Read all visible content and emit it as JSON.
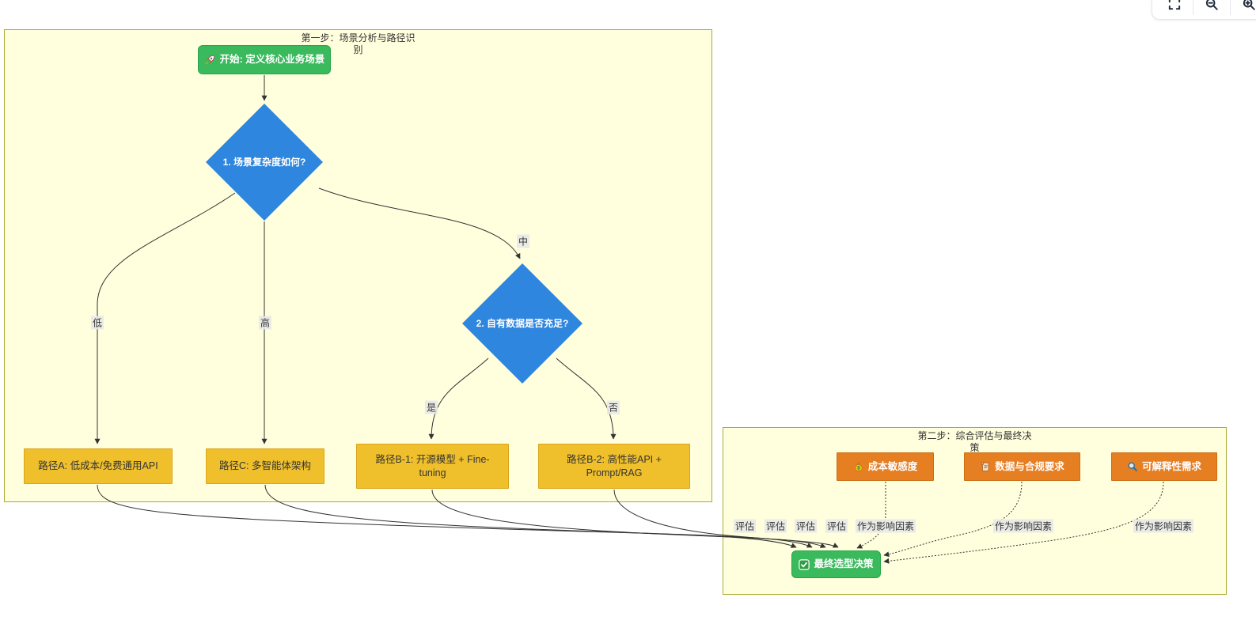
{
  "toolbar": {
    "buttons": [
      {
        "id": "fullscreen",
        "icon": "fullscreen-icon"
      },
      {
        "id": "zoom-out",
        "icon": "zoom-out-icon"
      },
      {
        "id": "zoom-in",
        "icon": "zoom-in-icon",
        "partially_visible": true
      }
    ]
  },
  "colors": {
    "page_bg": "#ffffff",
    "subgraph_bg": "#ffffde",
    "subgraph_border": "#aaaa33",
    "decision_blue": "#2e86de",
    "start_green": "#3bba5d",
    "path_gold": "#f0c02c",
    "factor_orange": "#e67e22",
    "edge_line": "#333333",
    "edge_label_bg": "#e8e8e8"
  },
  "step1": {
    "title": "第一步：场景分析与路径识别",
    "nodes": {
      "start": {
        "icon": "rocket-icon",
        "label": "开始: 定义核心业务场景"
      },
      "decision1": {
        "label": "1. 场景复杂度如何?"
      },
      "decision2": {
        "label": "2. 自有数据是否充足?"
      },
      "pathA": {
        "label": "路径A: 低成本/免费通用API"
      },
      "pathC": {
        "label": "路径C: 多智能体架构"
      },
      "pathB1": {
        "label": "路径B-1: 开源模型 + Fine-tuning"
      },
      "pathB2": {
        "label": "路径B-2: 高性能API + Prompt/RAG"
      }
    },
    "edge_labels": {
      "low": "低",
      "high": "高",
      "mid": "中",
      "yes": "是",
      "no": "否"
    }
  },
  "step2": {
    "title": "第二步：综合评估与最终决策",
    "nodes": {
      "cost": {
        "icon": "money-bag-icon",
        "label": "成本敏感度"
      },
      "compliance": {
        "icon": "scroll-icon",
        "label": "数据与合规要求"
      },
      "explainability": {
        "icon": "magnifier-icon",
        "label": "可解释性需求"
      },
      "final": {
        "icon": "check-icon",
        "label": "最终选型决策"
      }
    },
    "edge_labels": {
      "evaluate": "评估",
      "factor": "作为影响因素"
    }
  }
}
